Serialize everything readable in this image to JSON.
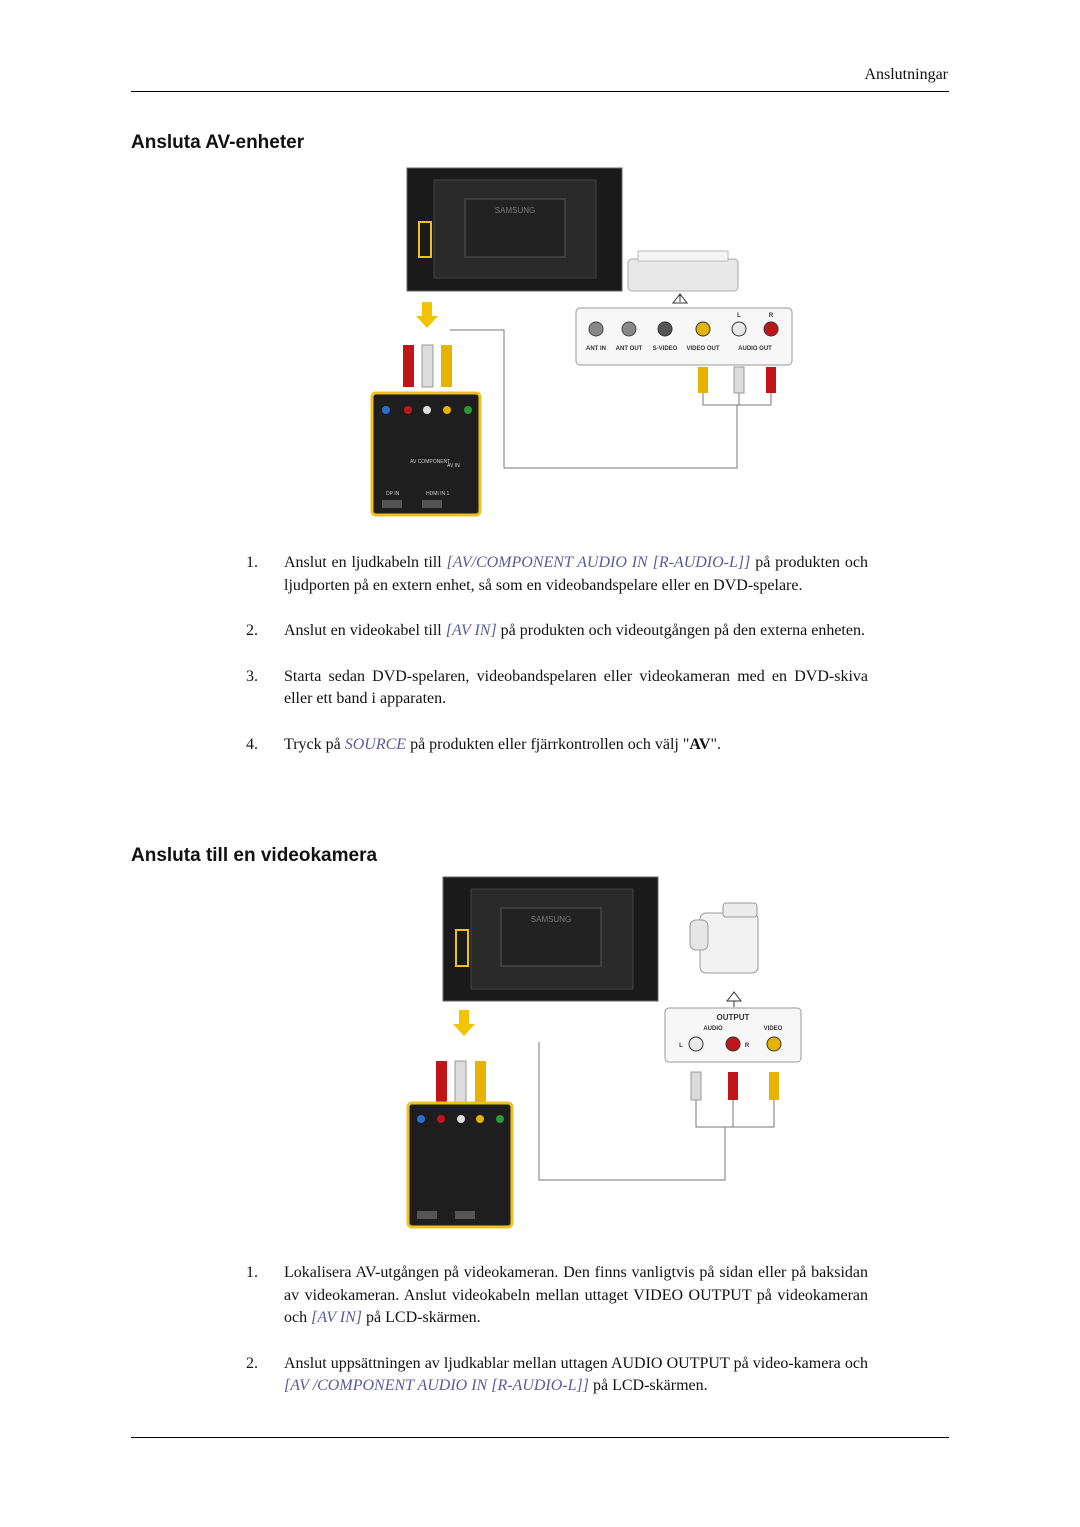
{
  "header": {
    "title": "Anslutningar"
  },
  "section1": {
    "heading": "Ansluta AV-enheter",
    "figure": {
      "brand": "SAMSUNG",
      "device_port_labels": [
        "ANT IN",
        "ANT OUT",
        "S-VIDEO",
        "VIDEO OUT",
        "AUDIO OUT"
      ],
      "audio_channel_labels": [
        "L",
        "R"
      ],
      "panel_labels": [
        "AV COMPONENT",
        "AV IN",
        "DP IN",
        "HDMI IN 1"
      ]
    },
    "steps": [
      {
        "num": "1.",
        "a": "Anslut en ljudkabeln till ",
        "i1": "[AV/COMPONENT AUDIO IN [R-AUDIO-L]]",
        "b": " på produkten och ljudporten på en extern enhet, så som en videobandspelare eller en DVD-spelare."
      },
      {
        "num": "2.",
        "a": "Anslut en videokabel till ",
        "i1": "[AV IN]",
        "b": " på produkten och videoutgången på den externa enheten."
      },
      {
        "num": "3.",
        "a": "Starta sedan DVD-spelaren, videobandspelaren eller videokameran med en DVD-skiva eller ett band i apparaten."
      },
      {
        "num": "4.",
        "a": "Tryck på ",
        "i1": "SOURCE",
        "b": " på produkten eller fjärrkontrollen och välj \"",
        "bold": "AV",
        "c": "\"."
      }
    ]
  },
  "section2": {
    "heading": "Ansluta till en videokamera",
    "figure": {
      "brand": "SAMSUNG",
      "output_title": "OUTPUT",
      "output_labels": [
        "AUDIO",
        "VIDEO"
      ],
      "audio_channel_labels": [
        "L",
        "R"
      ]
    },
    "steps": [
      {
        "num": "1.",
        "a": "Lokalisera AV-utgången på videokameran. Den finns vanligtvis på sidan eller på baksidan av videokameran. Anslut videokabeln mellan uttaget VIDEO OUTPUT på videokameran och ",
        "i1": "[AV IN]",
        "b": " på LCD-skärmen."
      },
      {
        "num": "2.",
        "a": "Anslut uppsättningen av ljudkablar mellan uttagen AUDIO OUTPUT på video-kamera och ",
        "i1": "[AV /COMPONENT AUDIO IN [R-AUDIO-L]]",
        "b": " på LCD-skärmen."
      }
    ]
  },
  "colors": {
    "panel_yellow": "#f0c020",
    "cable_red": "#c0161a",
    "cable_white": "#dcdcdc",
    "cable_yellow": "#e6b400",
    "arrow_yellow": "#f2c400"
  }
}
